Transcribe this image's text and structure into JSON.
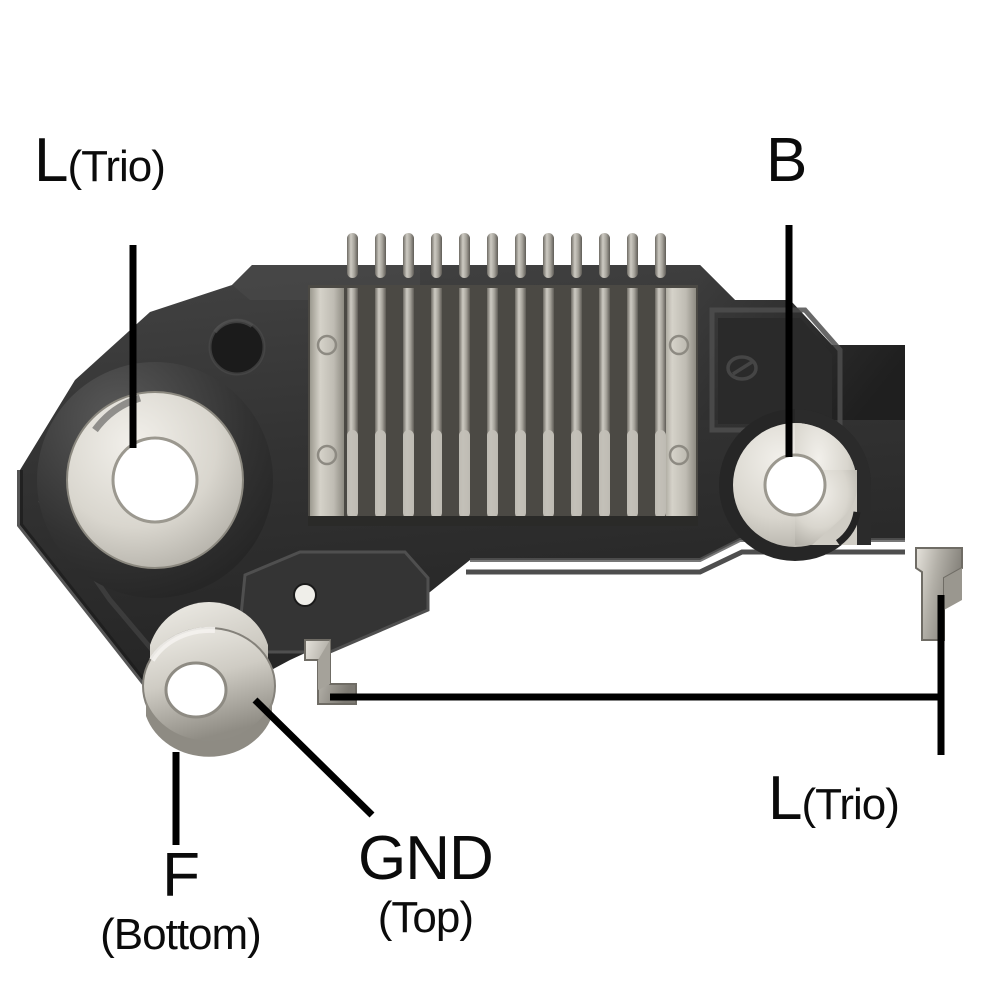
{
  "diagram": {
    "title": "Voltage Regulator Terminal Identification",
    "subject": "alternator voltage regulator",
    "background_color": "#ffffff",
    "leader_line_color": "#000000"
  },
  "labels": [
    {
      "id": "l-trio-top-left",
      "main": "L",
      "sub": "(Trio)",
      "position": "top-left",
      "points_to": "left-mounting-boss"
    },
    {
      "id": "b-top-right",
      "main": "B",
      "sub": "",
      "position": "top-right",
      "points_to": "right-mounting-boss"
    },
    {
      "id": "l-trio-bottom-right",
      "main": "L",
      "sub": "(Trio)",
      "position": "bottom-right",
      "points_to": "right-bent-tab-and-center-tab"
    },
    {
      "id": "gnd-bottom-center",
      "main": "GND",
      "sub": "(Top)",
      "position": "bottom-center",
      "points_to": "ground-ring-terminal"
    },
    {
      "id": "f-bottom-left",
      "main": "F",
      "sub": "(Bottom)",
      "position": "bottom-left",
      "points_to": "field-ring-terminal"
    }
  ],
  "part": {
    "body_color": "#2e2e2e",
    "body_highlight": "#4a4a4a",
    "heatsink_color": "#b9b6ae",
    "metal_terminal_color": "#d8d5cd",
    "fin_count": 12,
    "components": [
      {
        "name": "heat-sink",
        "description": "finned aluminum heat sink with vertical fins"
      },
      {
        "name": "left-mounting-boss",
        "description": "large metal annulus mounting hole"
      },
      {
        "name": "right-mounting-boss",
        "description": "metal annulus mounting hole"
      },
      {
        "name": "field-ring-terminal",
        "description": "lower-left ring terminal tab"
      },
      {
        "name": "ground-ring-terminal",
        "description": "lower-left ring terminal tab top face"
      },
      {
        "name": "center-bent-tab",
        "description": "bent metal blade tab at lower center"
      },
      {
        "name": "right-bent-tab",
        "description": "bent metal blade tab at lower right"
      },
      {
        "name": "small-hole",
        "description": "small circular hole in upper body"
      },
      {
        "name": "pin-hole",
        "description": "tiny pin hole in lower body pad"
      }
    ]
  }
}
